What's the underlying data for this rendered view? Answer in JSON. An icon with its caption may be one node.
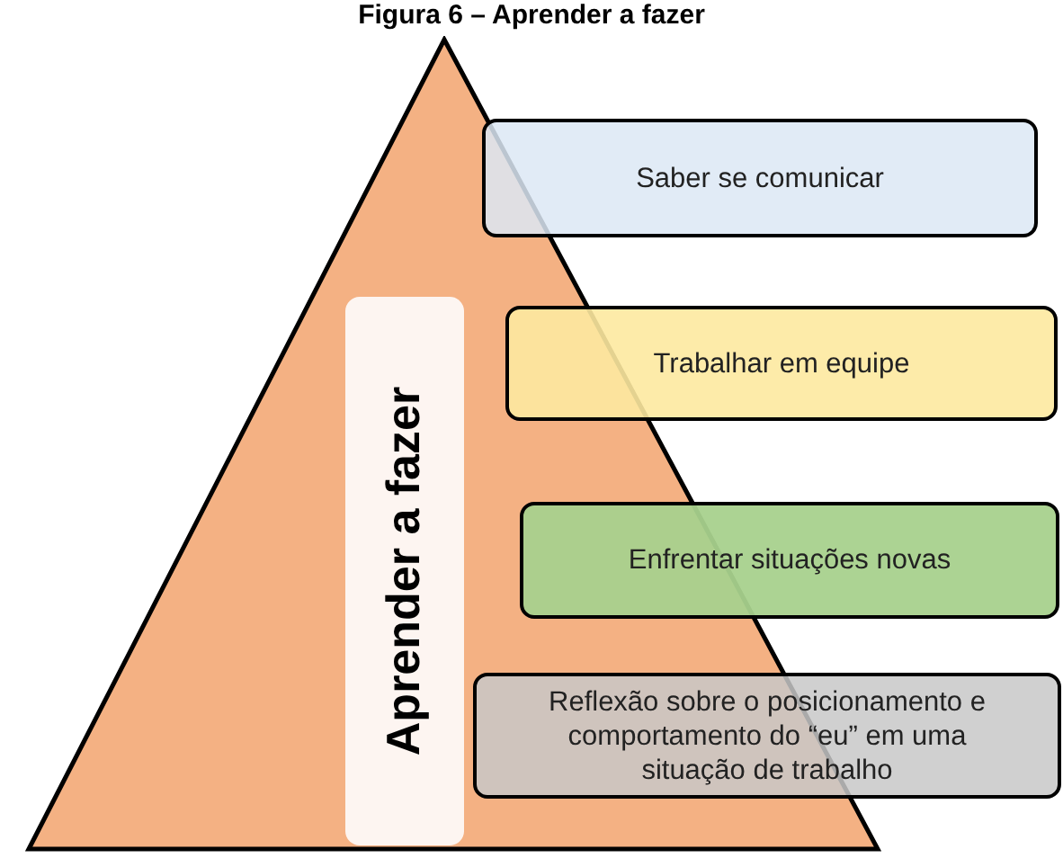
{
  "diagram": {
    "title": "Figura 6 – Aprender a fazer",
    "nodes": [
      {
        "text": [],
        "shape": "triangle"
      },
      {
        "text": [
          "Aprender a fazer"
        ],
        "in": 0
      },
      {
        "text": [
          "Saber se comunicar"
        ]
      },
      {
        "text": [
          "Trabalhar em equipe"
        ]
      },
      {
        "text": [
          "Enfrentar situações novas"
        ]
      },
      {
        "text": [
          "Reflexão sobre o posicionamento e comportamento do “eu” em uma situação de trabalho"
        ]
      }
    ]
  }
}
